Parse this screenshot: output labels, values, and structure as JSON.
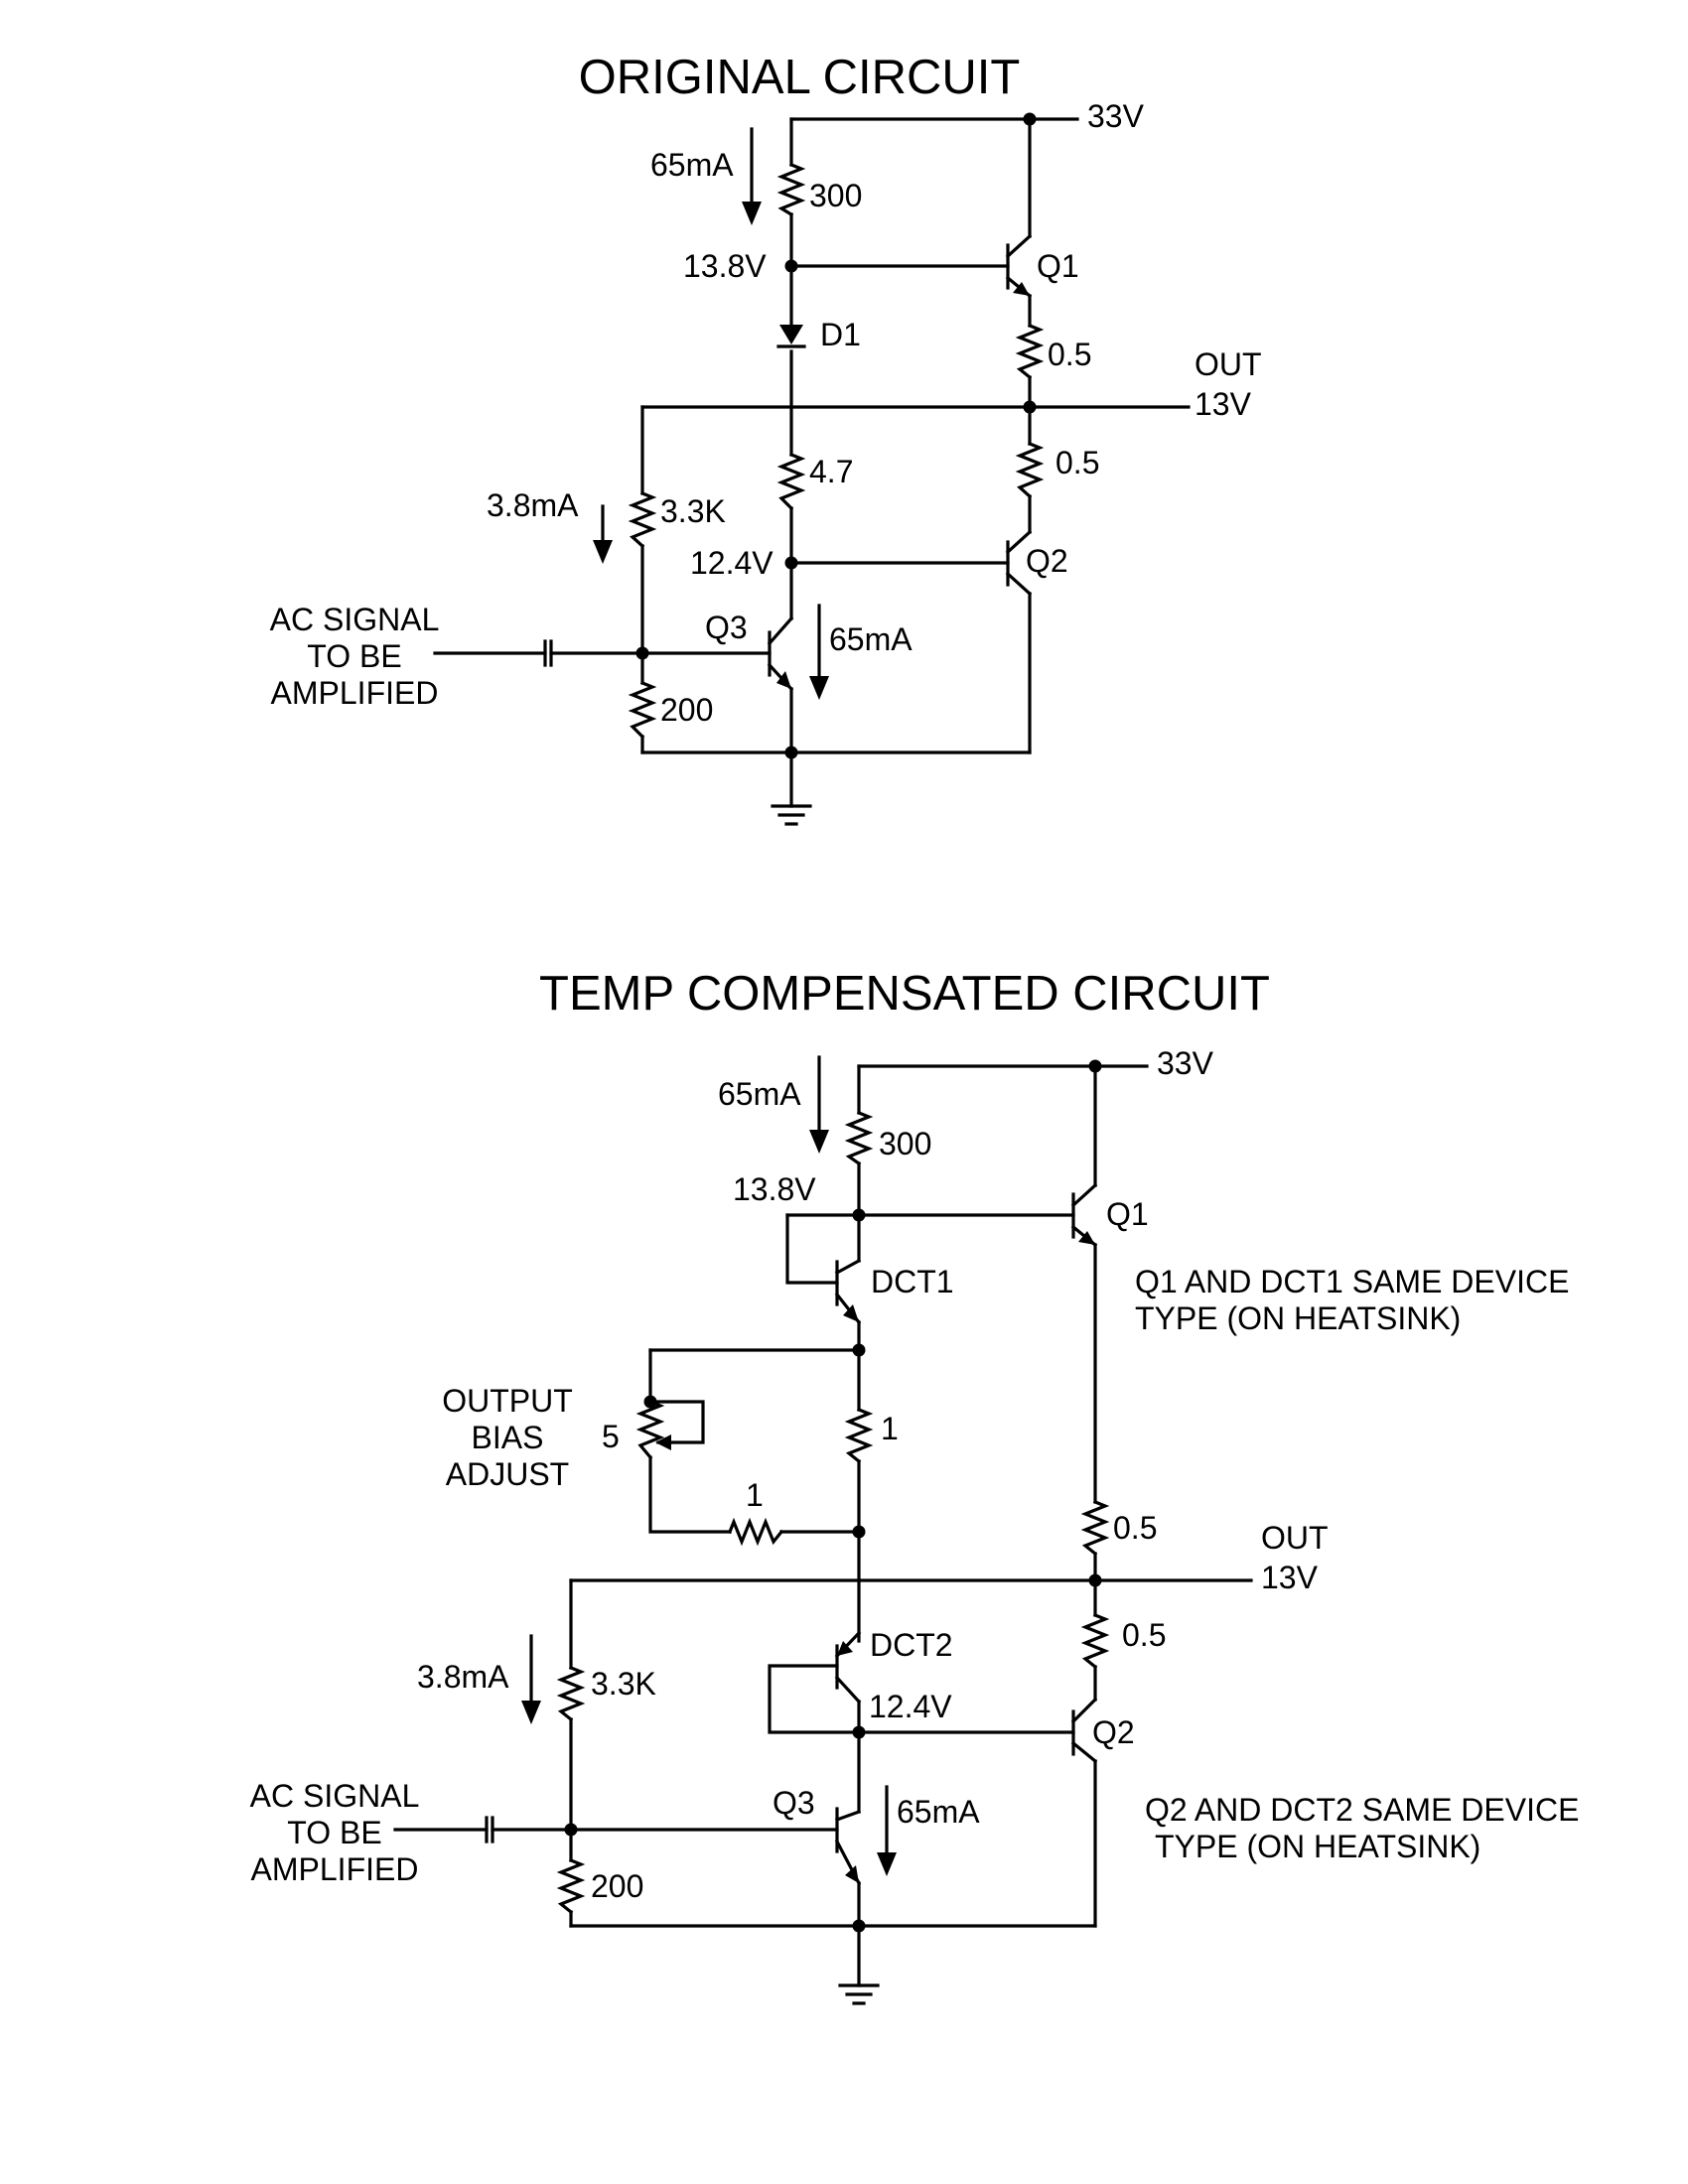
{
  "original": {
    "title": "ORIGINAL CIRCUIT",
    "supply": "33V",
    "current_top": "65mA",
    "r_top": "300",
    "v_node_top": "13.8V",
    "q1": "Q1",
    "d1": "D1",
    "r_q1_emitter": "0.5",
    "out_label": "OUT",
    "out_voltage": "13V",
    "r_q2_emitter": "0.5",
    "r_bias": "4.7",
    "current_divider": "3.8mA",
    "r_divider_top": "3.3K",
    "v_node_bottom": "12.4V",
    "q2": "Q2",
    "input_line1": "AC SIGNAL",
    "input_line2": "TO BE",
    "input_line3": "AMPLIFIED",
    "q3": "Q3",
    "current_q3": "65mA",
    "r_divider_bottom": "200"
  },
  "compensated": {
    "title": "TEMP COMPENSATED CIRCUIT",
    "supply": "33V",
    "current_top": "65mA",
    "r_top": "300",
    "v_node_top": "13.8V",
    "q1": "Q1",
    "dct1": "DCT1",
    "note_q1_line1": "Q1 AND DCT1 SAME DEVICE",
    "note_q1_line2": "TYPE (ON HEATSINK)",
    "bias_line1": "OUTPUT",
    "bias_line2": "BIAS",
    "bias_line3": "ADJUST",
    "pot_value": "5",
    "r_series": "1",
    "r_lower": "1",
    "r_q1_emitter": "0.5",
    "out_label": "OUT",
    "out_voltage": "13V",
    "r_q2_emitter": "0.5",
    "dct2": "DCT2",
    "current_divider": "3.8mA",
    "r_divider_top": "3.3K",
    "v_node_bottom": "12.4V",
    "q2": "Q2",
    "note_q2_line1": "Q2 AND DCT2 SAME DEVICE",
    "note_q2_line2": "TYPE (ON HEATSINK)",
    "input_line1": "AC SIGNAL",
    "input_line2": "TO BE",
    "input_line3": "AMPLIFIED",
    "q3": "Q3",
    "current_q3": "65mA",
    "r_divider_bottom": "200"
  }
}
